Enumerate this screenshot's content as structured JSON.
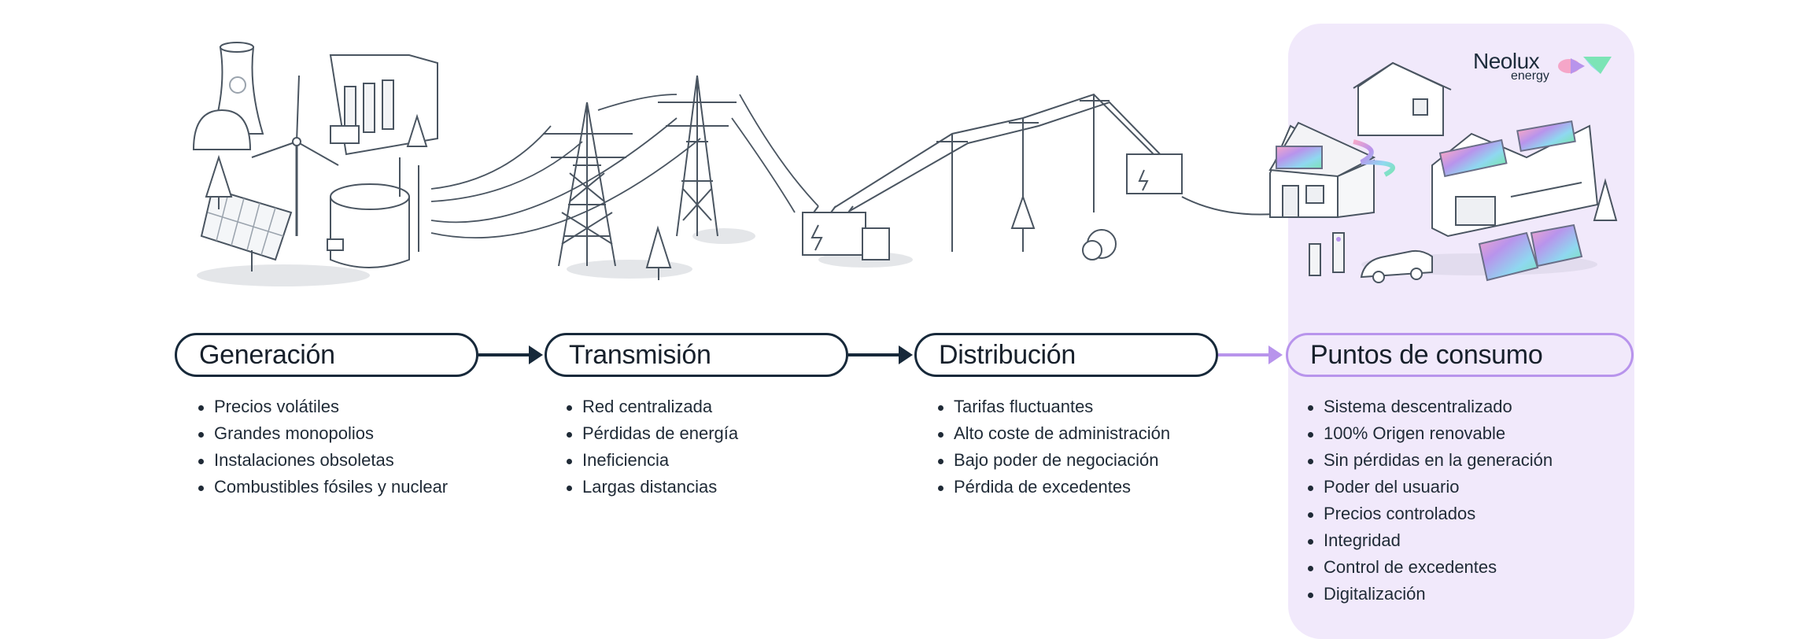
{
  "brand": {
    "name": "Neolux",
    "tagline": "energy",
    "accent_colors": [
      "#f5a6c8",
      "#b894ec",
      "#8fd8f0",
      "#7ce4b6"
    ]
  },
  "colors": {
    "dark_navy": "#17293a",
    "lavender_border": "#b894ec",
    "panel_background": "#f1e9fb"
  },
  "stages": [
    {
      "title": "Generación",
      "items": [
        "Precios volátiles",
        "Grandes monopolios",
        "Instalaciones obsoletas",
        "Combustibles fósiles y nuclear"
      ]
    },
    {
      "title": "Transmisión",
      "items": [
        "Red centralizada",
        "Pérdidas de energía",
        "Ineficiencia",
        "Largas distancias"
      ]
    },
    {
      "title": "Distribución",
      "items": [
        "Tarifas fluctuantes",
        "Alto coste de administración",
        "Bajo poder de negociación",
        "Pérdida de excedentes"
      ]
    },
    {
      "title": "Puntos de consumo",
      "items": [
        "Sistema descentralizado",
        "100% Origen renovable",
        "Sin pérdidas en la generación",
        "Poder del usuario",
        "Precios controlados",
        "Integridad",
        "Control de excedentes",
        "Digitalización"
      ]
    }
  ],
  "illustrations": [
    "power-plants-icon",
    "transmission-towers-icon",
    "distribution-poles-icon",
    "houses-solar-ev-icon"
  ]
}
